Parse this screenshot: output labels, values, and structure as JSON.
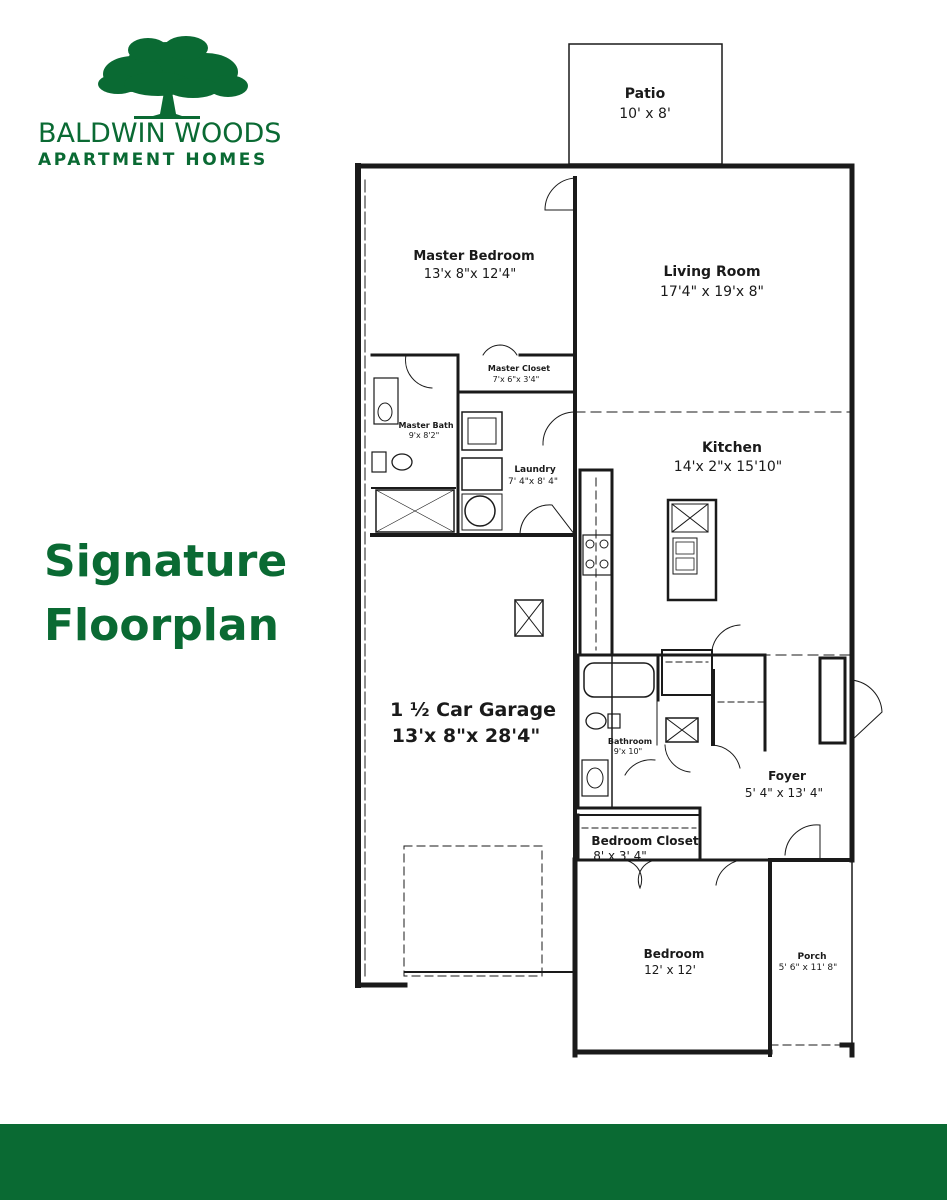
{
  "brand": {
    "line1": "BALDWIN WOODS",
    "line2": "APARTMENT HOMES",
    "color": "#0a6a33",
    "logo_icon": "oak-tree-icon"
  },
  "heading": {
    "line1": "Signature",
    "line2": "Floorplan"
  },
  "rooms": {
    "patio": {
      "name": "Patio",
      "dims": "10' x 8'"
    },
    "master_bedroom": {
      "name": "Master Bedroom",
      "dims": "13'x 8\"x 12'4\""
    },
    "living_room": {
      "name": "Living Room",
      "dims": "17'4\" x 19'x 8\""
    },
    "master_closet": {
      "name": "Master Closet",
      "dims": "7'x 6\"x 3'4\""
    },
    "master_bath": {
      "name": "Master Bath",
      "dims": "9'x 8'2\""
    },
    "laundry": {
      "name": "Laundry",
      "dims": "7' 4\"x 8' 4\""
    },
    "kitchen": {
      "name": "Kitchen",
      "dims": "14'x 2\"x 15'10\""
    },
    "garage": {
      "name": "1 ½ Car Garage",
      "dims": "13'x 8\"x 28'4\""
    },
    "bathroom": {
      "name": "Bathroom",
      "dims": "9'x 10\""
    },
    "foyer": {
      "name": "Foyer",
      "dims": "5' 4\" x 13' 4\""
    },
    "bedroom_closet": {
      "name": "Bedroom Closet",
      "dims": "8' x 3' 4\""
    },
    "bedroom": {
      "name": "Bedroom",
      "dims": "12' x 12'"
    },
    "porch": {
      "name": "Porch",
      "dims": "5' 6\" x 11' 8\""
    }
  },
  "footer": {
    "color": "#0a6a33"
  }
}
